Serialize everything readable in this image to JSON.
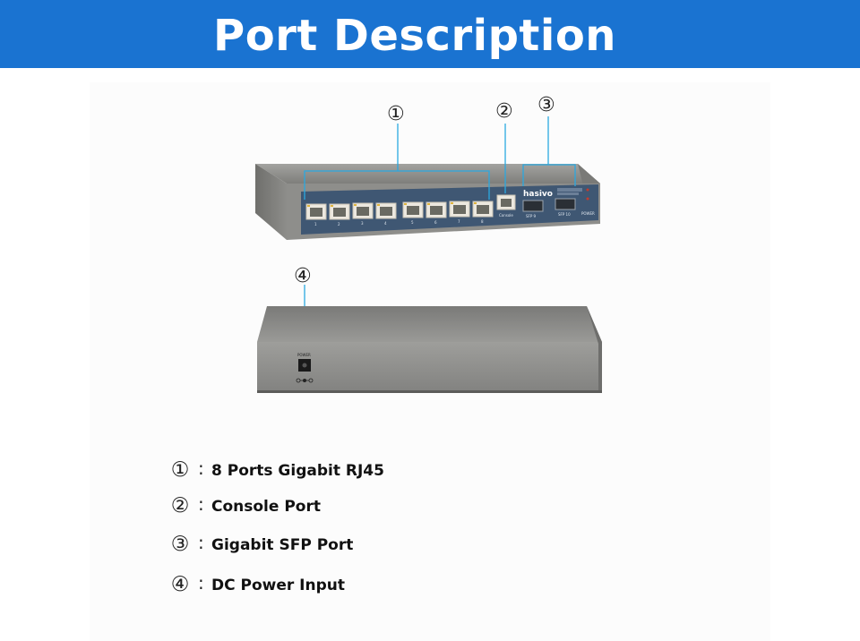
{
  "header": {
    "title": "Port Description"
  },
  "markers": [
    "①",
    "②",
    "③",
    "④"
  ],
  "legend": [
    {
      "num": "①",
      "text": "8 Ports Gigabit RJ45"
    },
    {
      "num": "②",
      "text": "Console Port"
    },
    {
      "num": "③",
      "text": "Gigabit SFP Port"
    },
    {
      "num": "④",
      "text": "DC Power Input"
    }
  ],
  "device": {
    "brand": "hasivo",
    "front_port_numbers": [
      "1",
      "2",
      "3",
      "4",
      "5",
      "6",
      "7",
      "8"
    ],
    "console_label": "Console",
    "sfp_labels": [
      "SFP 9",
      "SFP 10"
    ],
    "power_label_front": "POWER",
    "power_label_back": "POWER"
  },
  "colors": {
    "header_bg": "#1a73d1",
    "callout_line": "#2aa8e0",
    "chassis": "#8b8b88",
    "front_panel": "#3f5773"
  }
}
